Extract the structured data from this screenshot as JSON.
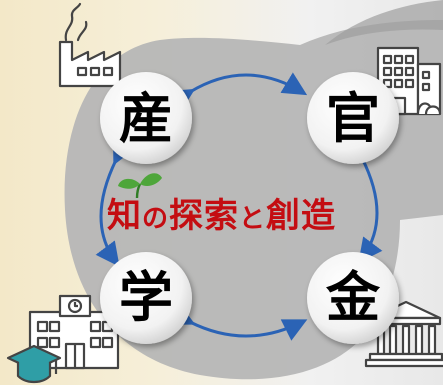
{
  "diagram": {
    "nodes": {
      "sangyo": "産",
      "kan": "官",
      "gaku": "学",
      "kin": "金"
    },
    "center_text": {
      "part1": "知",
      "part2": "の",
      "part3": "探索",
      "part4": "と",
      "part5": "創造"
    }
  },
  "colors": {
    "arrow": "#2b63b5",
    "center_text": "#c40d12",
    "sprout": "#4ea63a",
    "swoosh": "#b9b9b9"
  },
  "icons": [
    "factory-icon",
    "office-building-icon",
    "school-icon",
    "graduation-cap-icon",
    "bank-icon",
    "sprout-icon"
  ]
}
